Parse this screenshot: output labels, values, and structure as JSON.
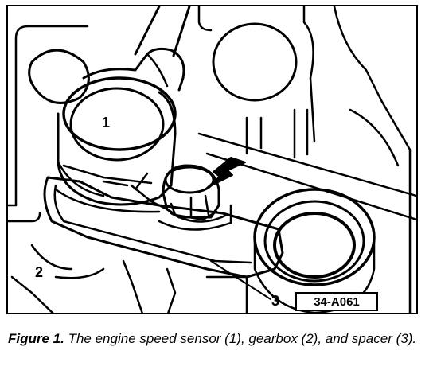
{
  "figure": {
    "callouts": {
      "sensor": "1",
      "gearbox": "2",
      "spacer": "3"
    },
    "reference_code": "34-A061"
  },
  "caption": {
    "label": "Figure 1.",
    "text": " The engine speed sensor (1), gearbox (2), and spacer (3)."
  }
}
